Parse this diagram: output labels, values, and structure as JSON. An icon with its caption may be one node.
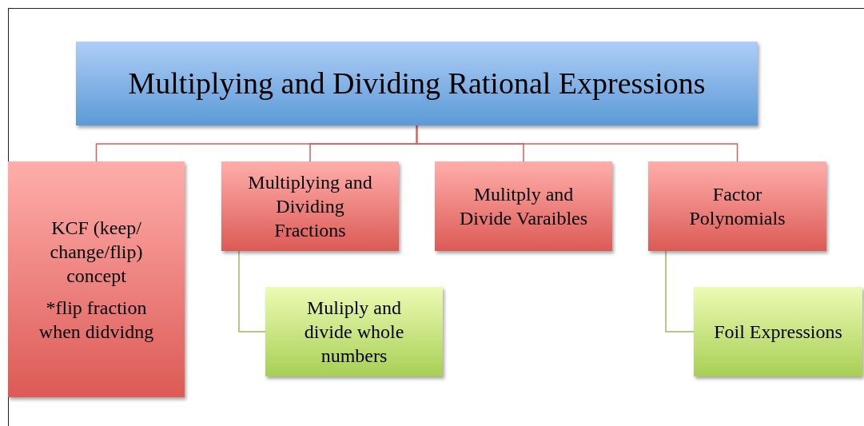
{
  "diagram": {
    "nodes": [
      {
        "text": [
          "Multiplying and Dividing Rational Expressions"
        ]
      },
      {
        "text": [
          "KCF (keep/ change/flip) concept",
          "*flip fraction when didvidng"
        ]
      },
      {
        "text": [
          "Multiplying and Dividing Fractions"
        ]
      },
      {
        "text": [
          "Mulitply and Divide Varaibles"
        ]
      },
      {
        "text": [
          "Factor Polynomials"
        ]
      },
      {
        "text": [
          "Muliply and divide whole numbers"
        ]
      },
      {
        "text": [
          "Foil Expressions"
        ]
      }
    ],
    "edges": [
      {
        "from": 0,
        "to": 1,
        "arrow": "none"
      },
      {
        "from": 0,
        "to": 2,
        "arrow": "none"
      },
      {
        "from": 0,
        "to": 3,
        "arrow": "none"
      },
      {
        "from": 0,
        "to": 4,
        "arrow": "none"
      },
      {
        "from": 2,
        "to": 5,
        "arrow": "none",
        "color": "#9bbb59"
      },
      {
        "from": 4,
        "to": 6,
        "arrow": "none",
        "color": "#9bbb59"
      }
    ]
  }
}
